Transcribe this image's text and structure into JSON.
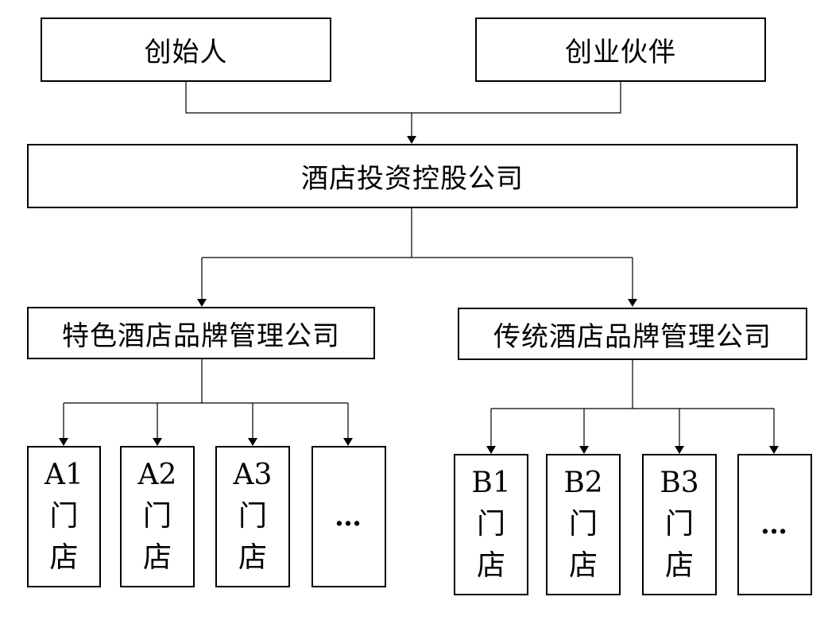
{
  "top": {
    "founder": "创始人",
    "partner": "创业伙伴"
  },
  "holding": "酒店投资控股公司",
  "brands": [
    {
      "name": "特色酒店品牌管理公司",
      "stores": [
        {
          "code": "A1",
          "l1": "门",
          "l2": "店"
        },
        {
          "code": "A2",
          "l1": "门",
          "l2": "店"
        },
        {
          "code": "A3",
          "l1": "门",
          "l2": "店"
        }
      ],
      "more": "…"
    },
    {
      "name": "传统酒店品牌管理公司",
      "stores": [
        {
          "code": "B1",
          "l1": "门",
          "l2": "店"
        },
        {
          "code": "B2",
          "l1": "门",
          "l2": "店"
        },
        {
          "code": "B3",
          "l1": "门",
          "l2": "店"
        }
      ],
      "more": "…"
    }
  ]
}
